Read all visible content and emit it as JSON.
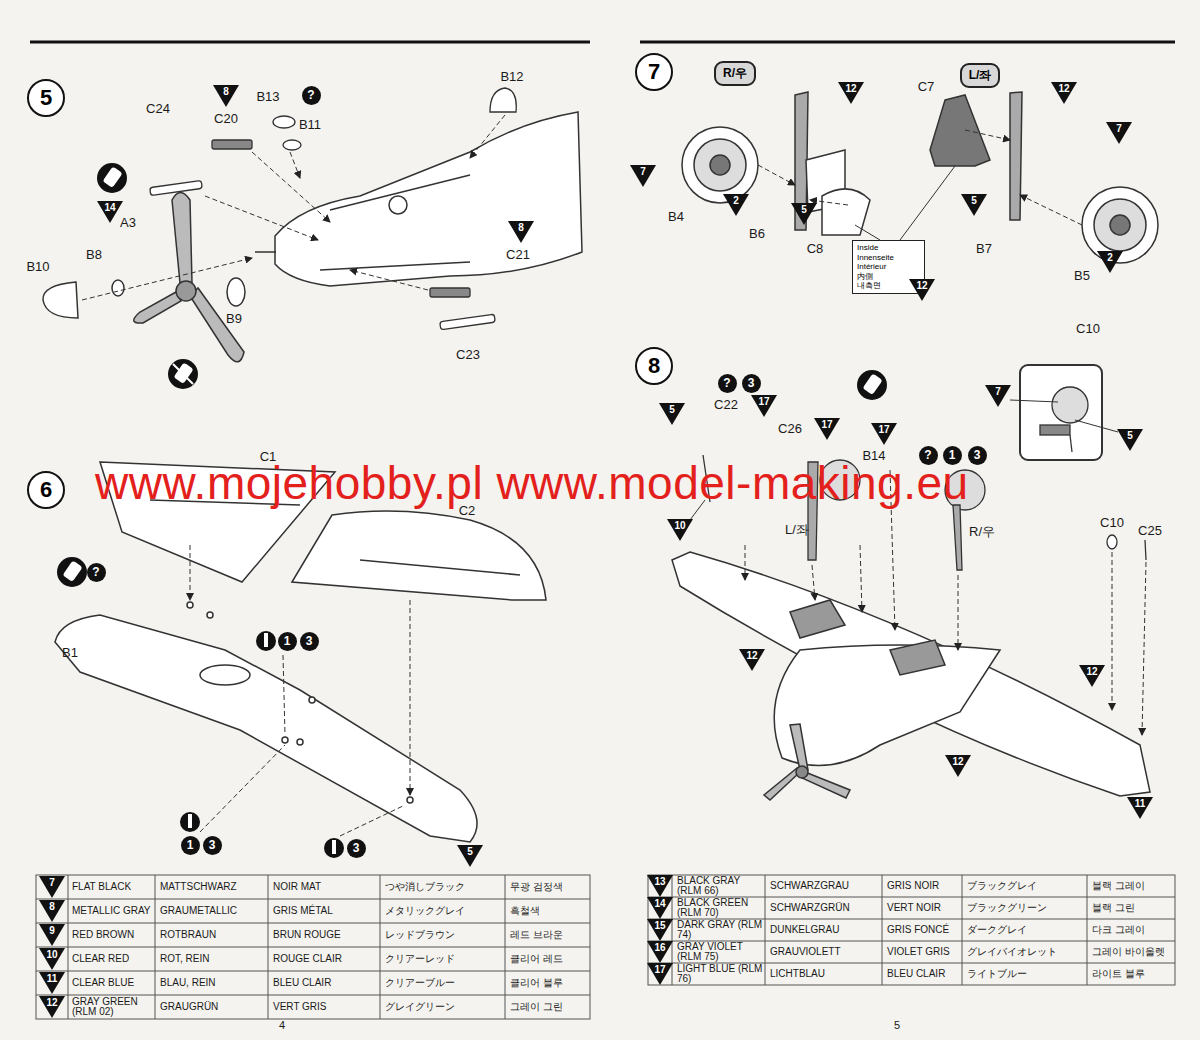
{
  "diagram": {
    "nodes": [
      {
        "text": [
          "5"
        ]
      },
      {
        "text": [
          "6"
        ]
      },
      {
        "text": [
          "7"
        ]
      },
      {
        "text": [
          "R/우"
        ]
      },
      {
        "text": [
          "L/좌"
        ]
      },
      {
        "text": [
          "Inside",
          "Innenseite",
          "Intérieur",
          "内側",
          "내측면"
        ]
      },
      {
        "text": [
          "8"
        ]
      }
    ],
    "labels": [
      "C24",
      "8",
      "C20",
      "B13",
      "?",
      "B11",
      "B12",
      "14",
      "A3",
      "B10",
      "B8",
      "B9",
      "8",
      "C21",
      "C23",
      "C1",
      "C2",
      "B1",
      "?",
      "1",
      "3",
      "1",
      "3",
      "3",
      "5",
      "12",
      "12",
      "C7",
      "7",
      "7",
      "2",
      "5",
      "5",
      "2",
      "B4",
      "B6",
      "C8",
      "B7",
      "B5",
      "12",
      "5",
      "?",
      "3",
      "C22",
      "17",
      "C26",
      "17",
      "17",
      "B14",
      "?",
      "1",
      "3",
      "L/좌",
      "R/우",
      "C10",
      "7",
      "5",
      "C10",
      "C25",
      "10",
      "12",
      "12",
      "12",
      "11",
      "www.mojehobby.pl www.model-making.eu",
      "4",
      "5",
      "7",
      "FLAT BLACK",
      "MATTSCHWARZ",
      "NOIR MAT",
      "つや消しブラック",
      "무광 검정색",
      "8",
      "METALLIC GRAY",
      "GRAUMETALLIC",
      "GRIS MÉTAL",
      "メタリックグレイ",
      "흑철색",
      "9",
      "RED BROWN",
      "ROTBRAUN",
      "BRUN ROUGE",
      "レッドブラウン",
      "레드 브라운",
      "10",
      "CLEAR RED",
      "ROT, REIN",
      "ROUGE CLAIR",
      "クリアーレッド",
      "클리어 레드",
      "11",
      "CLEAR BLUE",
      "BLAU, REIN",
      "BLEU CLAIR",
      "クリアーブルー",
      "클리어 블루",
      "12",
      "GRAY GREEN (RLM 02)",
      "GRAUGRÜN",
      "VERT GRIS",
      "グレイグリーン",
      "그레이 그린",
      "13",
      "BLACK GRAY (RLM 66)",
      "SCHWARZGRAU",
      "GRIS NOIR",
      "ブラックグレイ",
      "블랙 그레이",
      "14",
      "BLACK GREEN (RLM 70)",
      "SCHWARZGRÜN",
      "VERT NOIR",
      "ブラックグリーン",
      "블랙 그린",
      "15",
      "DARK GRAY (RLM 74)",
      "DUNKELGRAU",
      "GRIS FONCÉ",
      "ダークグレイ",
      "다크 그레이",
      "16",
      "GRAY VIOLET (RLM 75)",
      "GRAUVIOLETT",
      "VIOLET GRIS",
      "グレイバイオレット",
      "그레이 바이올렛",
      "17",
      "LIGHT BLUE (RLM 76)",
      "LICHTBLAU",
      "BLEU CLAIR",
      "ライトブルー",
      "라이트 블루"
    ]
  }
}
